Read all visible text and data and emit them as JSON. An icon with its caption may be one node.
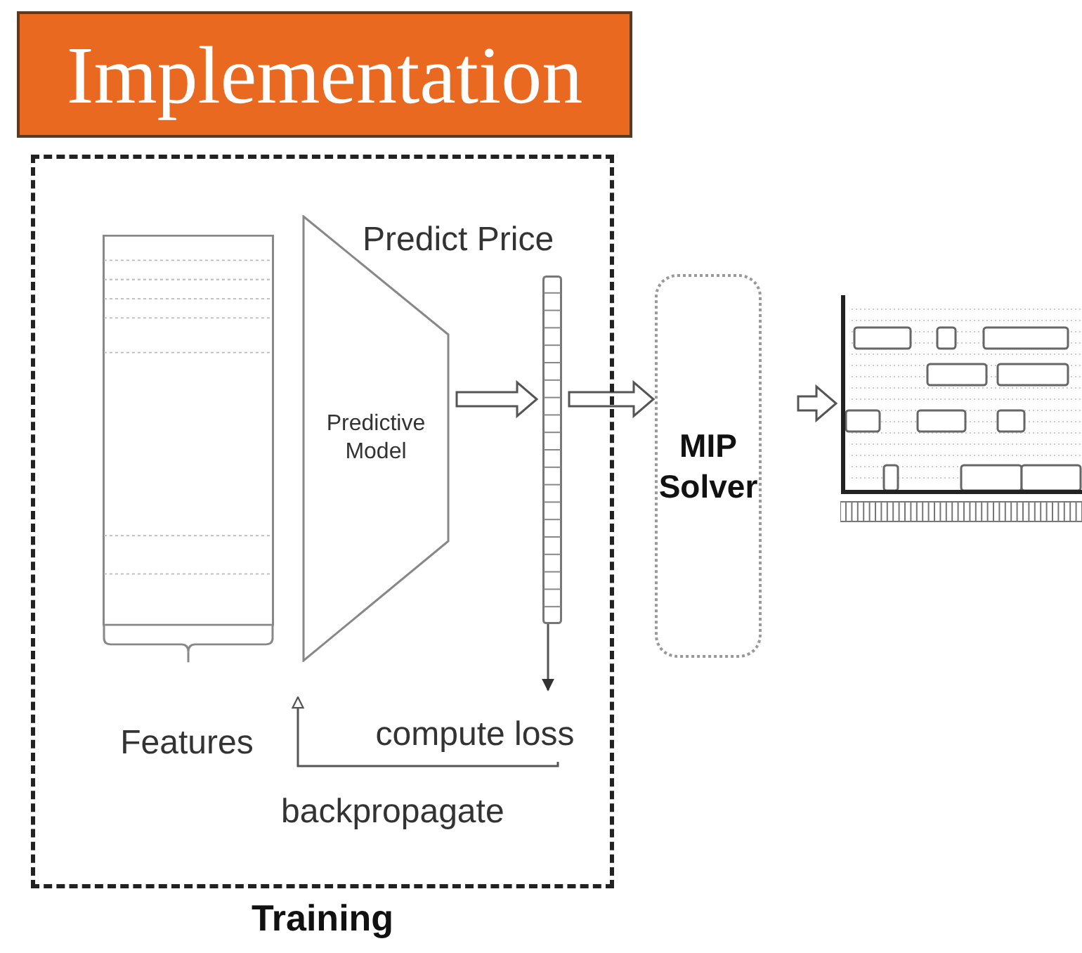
{
  "diagram": {
    "title": "Implementation",
    "nodes": [
      {
        "text": [
          "Training"
        ]
      },
      {
        "text": [],
        "shape": "box",
        "in": 0,
        "beside": [
          "Features"
        ]
      },
      {
        "text": [
          "Predictive Model"
        ],
        "in": 0
      },
      {
        "text": [],
        "shape": "bar",
        "in": 0
      },
      {
        "text": [
          "compute loss"
        ],
        "in": 0
      },
      {
        "text": [
          "MIP Solver"
        ]
      },
      {
        "text": [],
        "shape": "picture"
      }
    ],
    "edges": [
      {
        "from": 2,
        "to": 3,
        "arrow": "to"
      },
      {
        "from": 3,
        "to": 5,
        "arrow": "to"
      },
      {
        "from": 5,
        "to": 6,
        "arrow": "to"
      },
      {
        "from": 3,
        "to": 4,
        "arrow": "to"
      },
      {
        "from": 4,
        "to": 2,
        "arrow": "to",
        "label": "backpropagate"
      }
    ],
    "labels": [
      "Predict Price"
    ]
  }
}
